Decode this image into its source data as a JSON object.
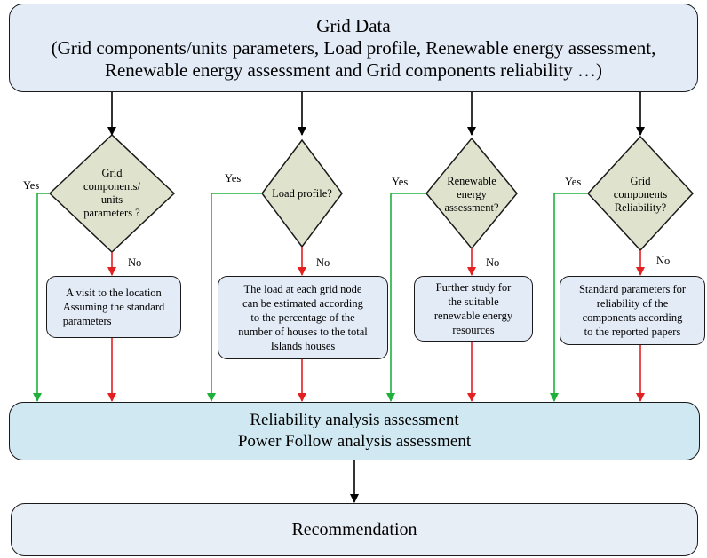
{
  "top_box": {
    "title": "Grid Data",
    "line2": "(Grid components/units parameters, Load profile, Renewable energy assessment,",
    "line3": "Renewable energy assessment and Grid components reliability …)"
  },
  "columns": [
    {
      "decision": [
        "Grid",
        "components/",
        "units",
        "parameters ?"
      ],
      "yes": "Yes",
      "no": "No",
      "action": [
        "A visit to the location",
        "Assuming the standard",
        "parameters"
      ]
    },
    {
      "decision": [
        "Load profile?"
      ],
      "yes": "Yes",
      "no": "No",
      "action": [
        "The load at each grid node",
        "can be estimated according",
        "to the percentage of the",
        "number of houses to the total",
        "Islands houses"
      ]
    },
    {
      "decision": [
        "Renewable",
        "energy",
        "assessment?"
      ],
      "yes": "Yes",
      "no": "No",
      "action": [
        "Further study for",
        "the suitable",
        "renewable energy",
        "resources"
      ]
    },
    {
      "decision": [
        "Grid",
        "components",
        "Reliability?"
      ],
      "yes": "Yes",
      "no": "No",
      "action": [
        "Standard parameters for",
        "reliability of the",
        "components  according",
        "to the reported papers"
      ]
    }
  ],
  "analysis_box": {
    "line1": "Reliability analysis  assessment",
    "line2": "Power Follow analysis assessment"
  },
  "recommendation_box": {
    "label": "Recommendation"
  },
  "colors": {
    "box_fill": "#e3ebf6",
    "analysis_fill": "#cfe8f1",
    "diamond_fill": "#dfe2cc",
    "yes_arrow": "#1fb03c",
    "no_arrow": "#e41f1f",
    "flow_arrow": "#000000"
  }
}
